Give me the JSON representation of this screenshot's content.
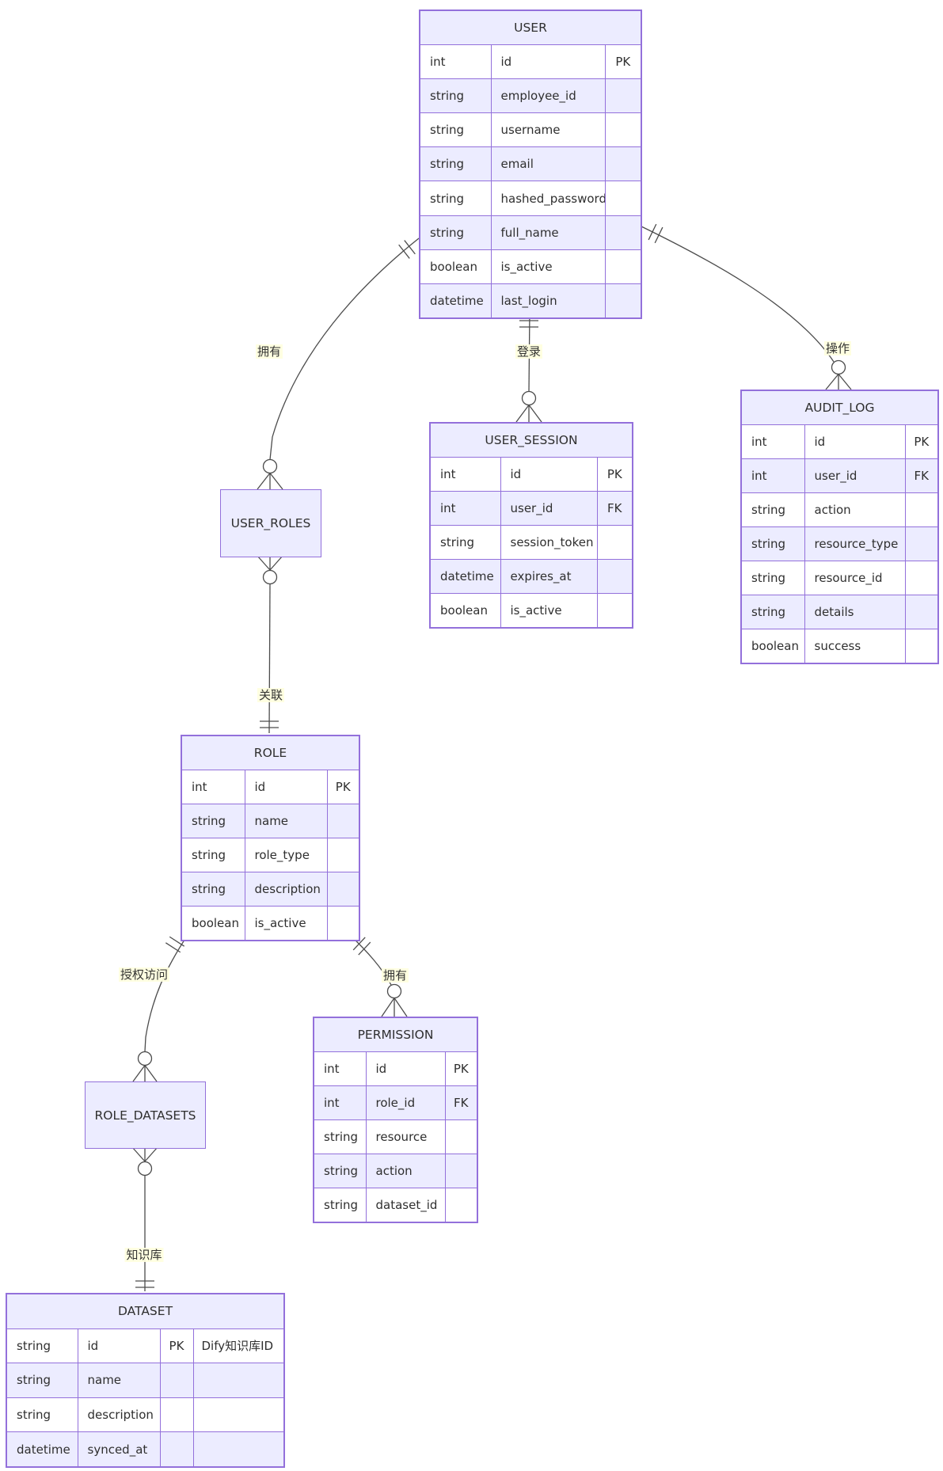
{
  "diagram": {
    "entities": [
      {
        "name": "USER",
        "kind": "table",
        "rows": [
          [
            "int",
            "id",
            "PK"
          ],
          [
            "string",
            "employee_id",
            ""
          ],
          [
            "string",
            "username",
            ""
          ],
          [
            "string",
            "email",
            ""
          ],
          [
            "string",
            "hashed_password",
            ""
          ],
          [
            "string",
            "full_name",
            ""
          ],
          [
            "boolean",
            "is_active",
            ""
          ],
          [
            "datetime",
            "last_login",
            ""
          ]
        ]
      },
      {
        "name": "USER_SESSION",
        "kind": "table",
        "rows": [
          [
            "int",
            "id",
            "PK"
          ],
          [
            "int",
            "user_id",
            "FK"
          ],
          [
            "string",
            "session_token",
            ""
          ],
          [
            "datetime",
            "expires_at",
            ""
          ],
          [
            "boolean",
            "is_active",
            ""
          ]
        ]
      },
      {
        "name": "AUDIT_LOG",
        "kind": "table",
        "rows": [
          [
            "int",
            "id",
            "PK"
          ],
          [
            "int",
            "user_id",
            "FK"
          ],
          [
            "string",
            "action",
            ""
          ],
          [
            "string",
            "resource_type",
            ""
          ],
          [
            "string",
            "resource_id",
            ""
          ],
          [
            "string",
            "details",
            ""
          ],
          [
            "boolean",
            "success",
            ""
          ]
        ]
      },
      {
        "name": "USER_ROLES",
        "kind": "box",
        "rows": []
      },
      {
        "name": "ROLE",
        "kind": "table",
        "rows": [
          [
            "int",
            "id",
            "PK"
          ],
          [
            "string",
            "name",
            ""
          ],
          [
            "string",
            "role_type",
            ""
          ],
          [
            "string",
            "description",
            ""
          ],
          [
            "boolean",
            "is_active",
            ""
          ]
        ]
      },
      {
        "name": "ROLE_DATASETS",
        "kind": "box",
        "rows": []
      },
      {
        "name": "PERMISSION",
        "kind": "table",
        "rows": [
          [
            "int",
            "id",
            "PK"
          ],
          [
            "int",
            "role_id",
            "FK"
          ],
          [
            "string",
            "resource",
            ""
          ],
          [
            "string",
            "action",
            ""
          ],
          [
            "string",
            "dataset_id",
            ""
          ]
        ]
      },
      {
        "name": "DATASET",
        "kind": "table",
        "rows": [
          [
            "string",
            "id",
            "PK",
            "Dify知识库ID"
          ],
          [
            "string",
            "name",
            "",
            ""
          ],
          [
            "string",
            "description",
            "",
            ""
          ],
          [
            "datetime",
            "synced_at",
            "",
            ""
          ]
        ]
      }
    ],
    "relationships": [
      {
        "id": "user-user_roles",
        "from": "USER",
        "to": "USER_ROLES",
        "label": "拥有",
        "from_card": "exactly-one",
        "to_card": "zero-or-many"
      },
      {
        "id": "user-user_session",
        "from": "USER",
        "to": "USER_SESSION",
        "label": "登录",
        "from_card": "exactly-one",
        "to_card": "zero-or-many"
      },
      {
        "id": "user-audit_log",
        "from": "USER",
        "to": "AUDIT_LOG",
        "label": "操作",
        "from_card": "exactly-one",
        "to_card": "zero-or-many"
      },
      {
        "id": "user_roles-role",
        "from": "USER_ROLES",
        "to": "ROLE",
        "label": "关联",
        "from_card": "zero-or-many",
        "to_card": "exactly-one"
      },
      {
        "id": "role-role_datasets",
        "from": "ROLE",
        "to": "ROLE_DATASETS",
        "label": "授权访问",
        "from_card": "exactly-one",
        "to_card": "zero-or-many"
      },
      {
        "id": "role-permission",
        "from": "ROLE",
        "to": "PERMISSION",
        "label": "拥有",
        "from_card": "exactly-one",
        "to_card": "zero-or-many"
      },
      {
        "id": "role_datasets-dataset",
        "from": "ROLE_DATASETS",
        "to": "DATASET",
        "label": "知识库",
        "from_card": "zero-or-many",
        "to_card": "exactly-one"
      }
    ],
    "colors": {
      "border": "#9370DB",
      "header_fill": "#ECECFF",
      "row_alt_fill": "#ECECFF",
      "row_fill": "#ffffff",
      "line": "#4c4c4c",
      "label_bg": "#ffffde",
      "text": "#2f2f2f"
    }
  }
}
